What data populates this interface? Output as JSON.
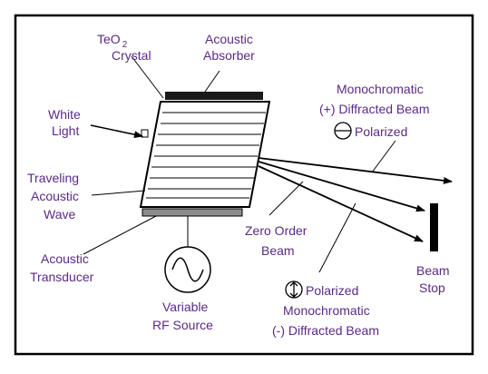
{
  "labels": {
    "teo2_main": "TeO",
    "teo2_sub": "2",
    "crystal": "Crystal",
    "acoustic_absorber_1": "Acoustic",
    "acoustic_absorber_2": "Absorber",
    "white_light_1": "White",
    "white_light_2": "Light",
    "traveling_1": "Traveling",
    "traveling_2": "Acoustic",
    "traveling_3": "Wave",
    "transducer_1": "Acoustic",
    "transducer_2": "Transducer",
    "rf_source_1": "Variable",
    "rf_source_2": "RF Source",
    "zero_order_1": "Zero Order",
    "zero_order_2": "Beam",
    "beam_stop_1": "Beam",
    "beam_stop_2": "Stop",
    "plus_beam_1": "Monochromatic",
    "plus_beam_2": "(+) Diffracted Beam",
    "plus_beam_3": "Polarized",
    "minus_beam_1": "Polarized",
    "minus_beam_2": "Monochromatic",
    "minus_beam_3": "(-) Diffracted Beam"
  },
  "colors": {
    "label_text": "#5b2a86",
    "line": "#000000",
    "transducer_fill": "#8c8c8c",
    "absorber_fill": "#1a1a1a",
    "frame_border": "#000000"
  }
}
